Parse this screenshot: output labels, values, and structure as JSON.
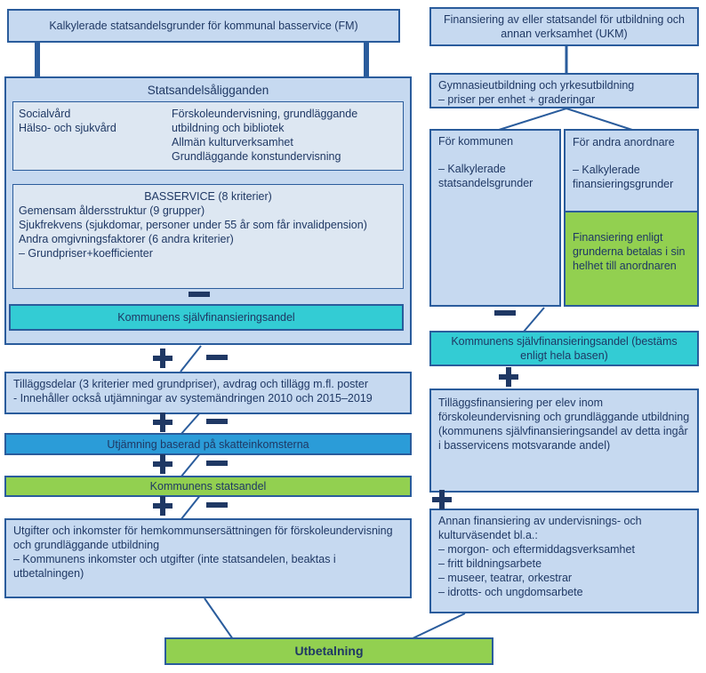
{
  "colors": {
    "light_blue": "#c6d9f0",
    "lighter_blue": "#dde7f2",
    "dark_navy": "#1f3864",
    "border_blue": "#2a5c9c",
    "cyan": "#33ccd4",
    "medium_blue": "#2b9cd8",
    "green": "#92d050"
  },
  "icons": {
    "plus": "plus-icon",
    "minus": "minus-icon"
  },
  "left": {
    "top_box": "Kalkylerade statsandelsgrunder för kommunal basservice (FM)",
    "container": {
      "title": "Statsandelsåligganden",
      "duties_col1": [
        "Socialvård",
        "Hälso- och sjukvård"
      ],
      "duties_col2": [
        "Förskoleundervisning, grundläggande utbildning och bibliotek",
        "Allmän kulturverksamhet",
        "Grundläggande konstundervisning"
      ],
      "basservice": {
        "title": "BASSERVICE (8 kriterier)",
        "lines": [
          "Gemensam åldersstruktur (9 grupper)",
          "Sjukfrekvens (sjukdomar, personer under 55 år som får invalidpension)",
          "Andra omgivningsfaktorer (6 andra kriterier)",
          "– Grundpriser+koefficienter"
        ]
      },
      "self_finance_box": "Kommunens självfinansieringsandel"
    },
    "tillaggsdelar": {
      "line1": "Tilläggsdelar (3 kriterier med grundpriser), avdrag och tillägg m.fl. poster",
      "line2": "- Innehåller också utjämningar av systemändringen 2010 och 2015–2019"
    },
    "utjamning_box": "Utjämning baserad på skatteinkomsterna",
    "statsandel_box": "Kommunens statsandel",
    "utgifter": {
      "line1": "Utgifter och inkomster för hemkommunsersättningen för förskoleundervisning och grundläggande utbildning",
      "line2": "– Kommunens inkomster och utgifter (inte statsandelen, beaktas i utbetalningen)"
    }
  },
  "right": {
    "top_box": "Finansiering av eller statsandel för utbildning och annan verksamhet (UKM)",
    "gymnasie": {
      "line1": "Gymnasieutbildning och yrkesutbildning",
      "line2": "– priser per enhet + graderingar"
    },
    "for_kommunen": {
      "title": "För kommunen",
      "line": "– Kalkylerade statsandelsgrunder"
    },
    "for_andra": {
      "title": "För andra anordnare",
      "line": "– Kalkylerade finansieringsgrunder"
    },
    "green_note": "Finansiering enligt grunderna betalas i sin helhet till anordnaren",
    "self_finance_box": "Kommunens självfinansieringsandel (bestäms enligt hela basen)",
    "tillaggsfinansiering": {
      "line1": "Tilläggsfinansiering per elev inom förskoleundervisning och grundläggande utbildning",
      "line2": "(kommunens självfinansieringsandel av detta ingår i basservicens motsvarande andel)"
    },
    "annan": {
      "title": "Annan finansiering av undervisnings- och kulturväsendet bl.a.:",
      "items": [
        "– morgon- och eftermiddagsverksamhet",
        "– fritt bildningsarbete",
        "– museer, teatrar, orkestrar",
        "– idrotts- och ungdomsarbete"
      ]
    }
  },
  "bottom": {
    "utbetalning": "Utbetalning"
  }
}
